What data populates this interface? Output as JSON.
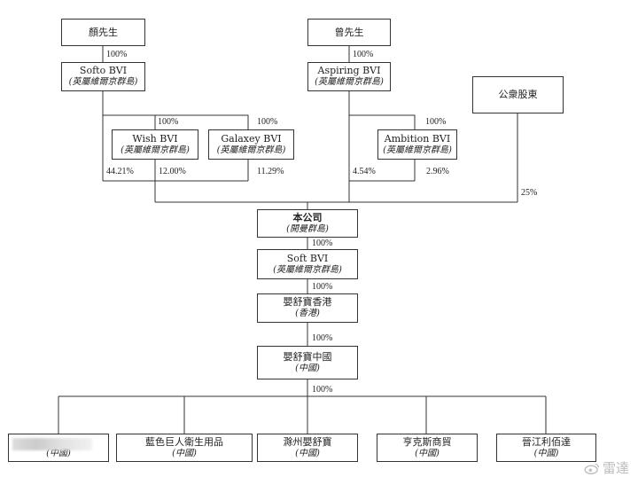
{
  "boxes": {
    "yan": {
      "name": "顏先生"
    },
    "zeng": {
      "name": "曾先生"
    },
    "softo_bvi": {
      "name": "Softo BVI",
      "jurisdiction": "(英屬維爾京群島)"
    },
    "aspiring_bvi": {
      "name": "Aspiring BVI",
      "jurisdiction": "(英屬維爾京群島)"
    },
    "public_shareholders": {
      "name": "公衆股東"
    },
    "wish_bvi": {
      "name": "Wish BVI",
      "jurisdiction": "(英屬維爾京群島)"
    },
    "galaxey_bvi": {
      "name": "Galaxey BVI",
      "jurisdiction": "(英屬維爾京群島)"
    },
    "ambition_bvi": {
      "name": "Ambition BVI",
      "jurisdiction": "(英屬維爾京群島)"
    },
    "company": {
      "name": "本公司",
      "jurisdiction": "(開曼群島)"
    },
    "soft_bvi": {
      "name": "Soft BVI",
      "jurisdiction": "(英屬維爾京群島)"
    },
    "ybb_hk": {
      "name": "嬰舒寶香港",
      "jurisdiction": "(香港)"
    },
    "ybb_cn": {
      "name": "嬰舒寶中國",
      "jurisdiction": "(中國)"
    },
    "sub1": {
      "name": "",
      "jurisdiction": "(中國)"
    },
    "sub2": {
      "name": "藍色巨人衛生用品",
      "jurisdiction": "(中國)"
    },
    "sub3": {
      "name": "滁州嬰舒寶",
      "jurisdiction": "(中國)"
    },
    "sub4": {
      "name": "亨克斯商貿",
      "jurisdiction": "(中國)"
    },
    "sub5": {
      "name": "晉江利佰達",
      "jurisdiction": "(中國)"
    }
  },
  "percentages": {
    "yan_softo": "100%",
    "zeng_aspiring": "100%",
    "softo_wish": "100%",
    "softo_galaxey": "100%",
    "aspiring_ambition": "100%",
    "softo_company": "44.21%",
    "wish_company": "12.00%",
    "galaxey_company": "11.29%",
    "aspiring_company": "4.54%",
    "ambition_company": "2.96%",
    "public_company": "25%",
    "company_soft": "100%",
    "soft_hk": "100%",
    "hk_cn": "100%",
    "cn_subs": "100%"
  },
  "watermark": {
    "text": "雷達"
  }
}
